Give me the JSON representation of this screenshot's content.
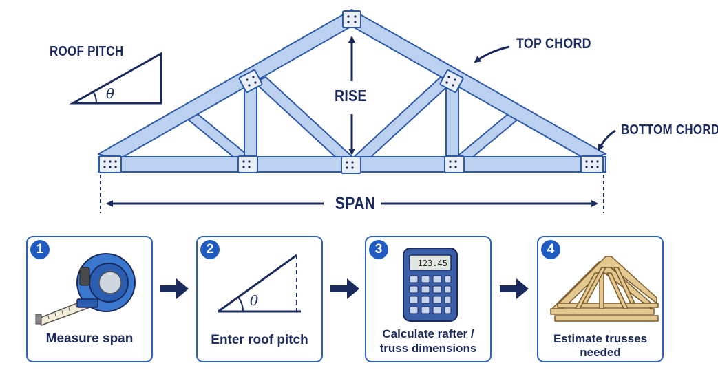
{
  "diagram": {
    "labels": {
      "roof_pitch": "ROOF PITCH",
      "top_chord": "TOP CHORD",
      "bottom_chord": "BOTTOM CHORD",
      "rise": "RISE",
      "span": "SPAN",
      "angle_symbol": "θ"
    },
    "colors": {
      "member_fill": "#bcd0f0",
      "member_stroke": "#2c5aa8",
      "plate_fill": "#e9eef7",
      "ink": "#1b2a5c",
      "accent_blue": "#1f5bc0"
    }
  },
  "steps": [
    {
      "number": "1",
      "label": "Measure span",
      "icon": "tape-measure-icon"
    },
    {
      "number": "2",
      "label": "Enter roof pitch",
      "icon": "roof-pitch-angle-icon"
    },
    {
      "number": "3",
      "label_line1": "Calculate rafter /",
      "label_line2": "truss dimensions",
      "icon": "calculator-icon",
      "display": "123.45"
    },
    {
      "number": "4",
      "label_line1": "Estimate trusses",
      "label_line2": "needed",
      "icon": "stacked-trusses-icon"
    }
  ]
}
